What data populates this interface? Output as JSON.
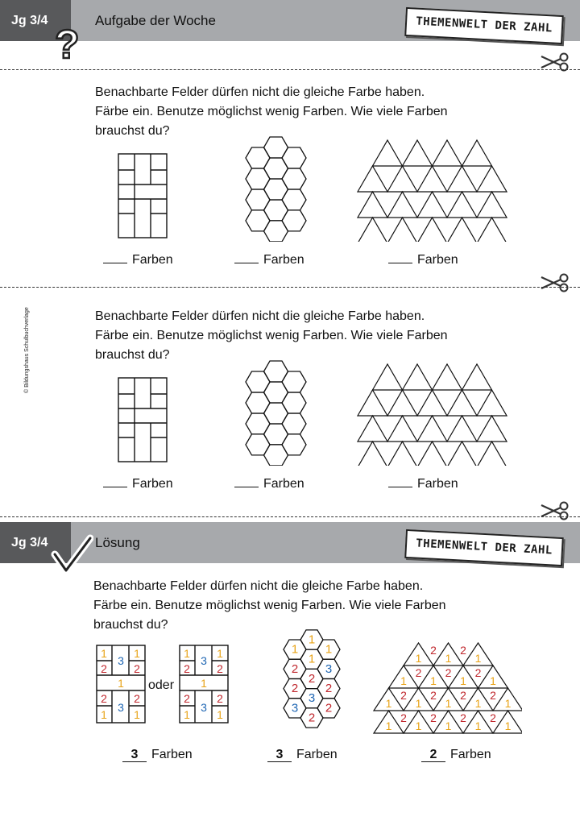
{
  "header": {
    "badge": "Jg 3/4",
    "title": "Aufgabe der Woche",
    "stamp": "THEMENWELT DER ZAHL"
  },
  "task_lines": [
    "Benachbarte Felder dürfen nicht die gleiche Farbe haben.",
    "Färbe ein. Benutze möglichst wenig Farben. Wie viele Farben",
    "brauchst du?"
  ],
  "answer_label": "Farben",
  "copyright": "© Bildungshaus Schulbuchverlage",
  "solution_header": {
    "badge": "Jg 3/4",
    "title": "Lösung",
    "stamp": "THEMENWELT DER ZAHL"
  },
  "solution": {
    "oder": "oder",
    "answers": [
      "3",
      "3",
      "2"
    ],
    "grid_left": [
      "1",
      "3",
      "1",
      "2",
      "2",
      "1",
      "2",
      "2",
      "1",
      "3",
      "1"
    ],
    "grid_right": [
      "1",
      "3",
      "1",
      "2",
      "2",
      "1",
      "2",
      "2",
      "1",
      "3",
      "1"
    ],
    "hex": [
      "1",
      "2",
      "2",
      "3",
      "1",
      "1",
      "2",
      "3",
      "2",
      "1",
      "3",
      "2",
      "2",
      "1",
      "3"
    ],
    "tri_up": [
      "1",
      "1",
      "1",
      "1",
      "1",
      "1",
      "1",
      "1",
      "1",
      "1",
      "1",
      "1"
    ],
    "tri_down": [
      "2",
      "2",
      "2",
      "2",
      "2",
      "2",
      "2",
      "2",
      "2",
      "2",
      "2",
      "2",
      "2"
    ]
  },
  "colors": {
    "header_gray": "#a7a9ac",
    "badge_dark": "#58595b",
    "num_1": "#e8a317",
    "num_2": "#c0272d",
    "num_3": "#1f66b3"
  }
}
